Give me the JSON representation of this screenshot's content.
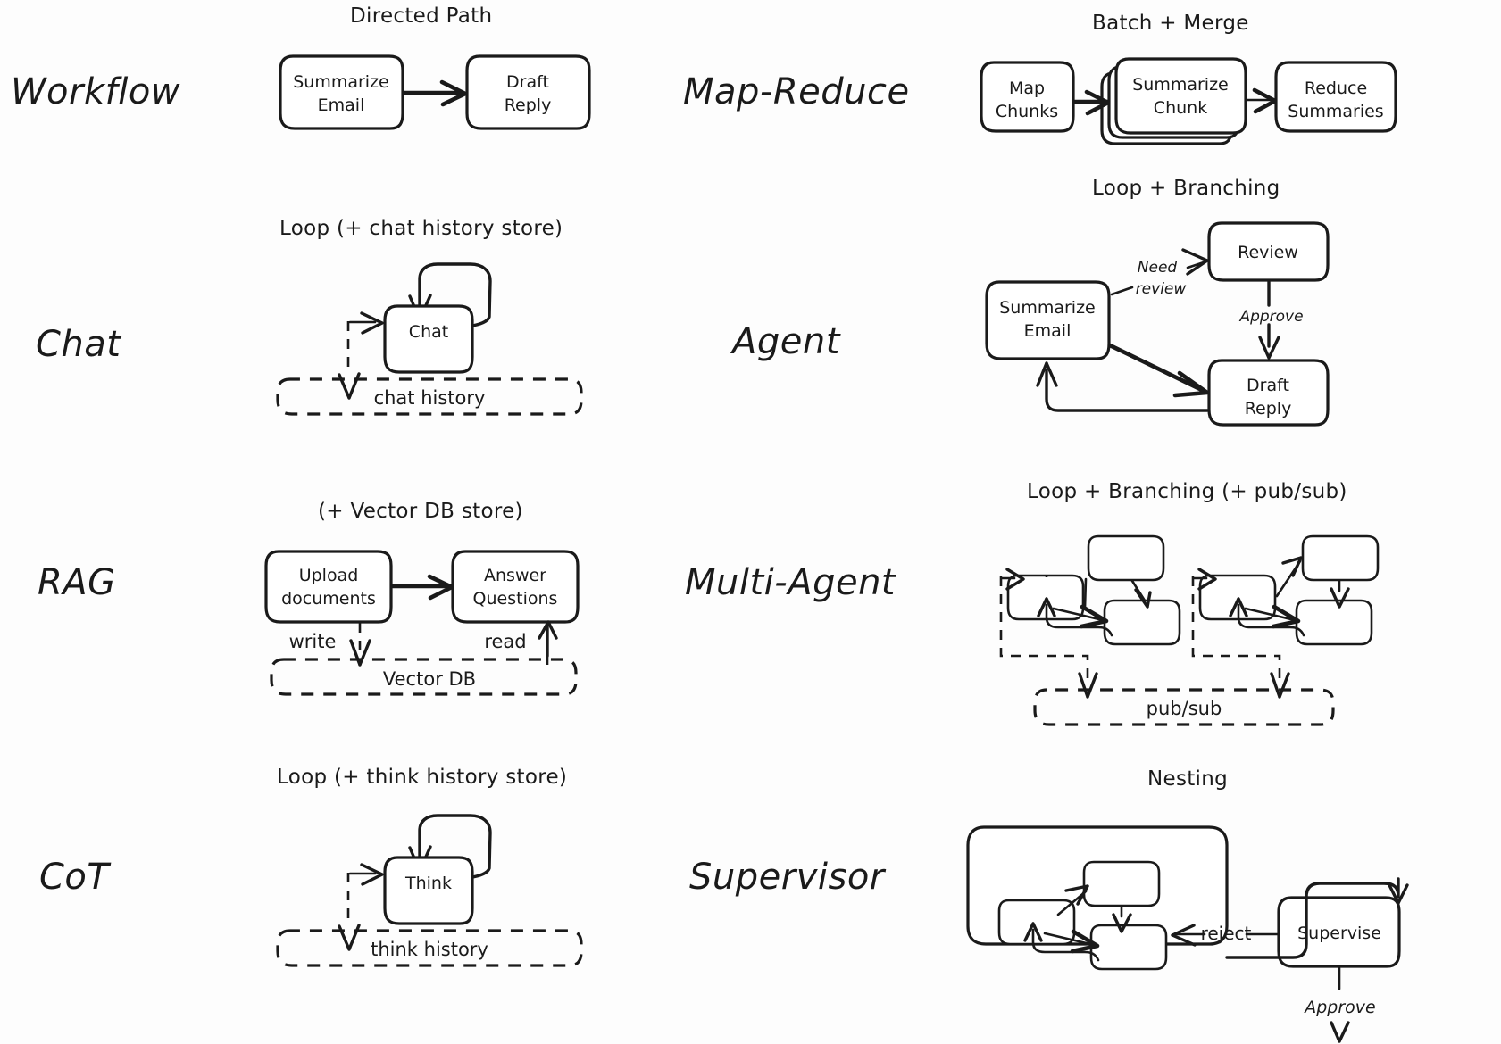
{
  "title_note": "Agentic patterns hand-drawn comparison diagram",
  "background": "#fdfdfd",
  "ink": "#1a1a1a",
  "rows": [
    {
      "id": "workflow",
      "label": "Workflow",
      "left": {
        "caption": "Directed Path",
        "nodes": [
          "Summarize Email",
          "Draft Reply"
        ],
        "stores": [],
        "edge_labels": []
      },
      "right": {
        "label": "Map-Reduce",
        "caption": "Batch + Merge",
        "nodes": [
          "Map Chunks",
          "Summarize Chunk",
          "Reduce Summaries"
        ],
        "stores": [],
        "edge_labels": []
      }
    },
    {
      "id": "chat",
      "label": "Chat",
      "left": {
        "caption": "Loop (+ chat history store)",
        "nodes": [
          "Chat"
        ],
        "stores": [
          "chat history"
        ],
        "edge_labels": []
      },
      "right": {
        "label": "Agent",
        "caption": "Loop + Branching",
        "nodes": [
          "Summarize Email",
          "Review",
          "Draft Reply"
        ],
        "stores": [],
        "edge_labels": [
          "Need review",
          "Approve"
        ]
      }
    },
    {
      "id": "rag",
      "label": "RAG",
      "left": {
        "caption": "(+ Vector DB store)",
        "nodes": [
          "Upload documents",
          "Answer Questions"
        ],
        "stores": [
          "Vector DB"
        ],
        "edge_labels": [
          "write",
          "read"
        ]
      },
      "right": {
        "label": "Multi-Agent",
        "caption": "Loop + Branching (+ pub/sub)",
        "nodes": [],
        "stores": [
          "pub/sub"
        ],
        "edge_labels": []
      }
    },
    {
      "id": "cot",
      "label": "CoT",
      "left": {
        "caption": "Loop (+ think history store)",
        "nodes": [
          "Think"
        ],
        "stores": [
          "think history"
        ],
        "edge_labels": []
      },
      "right": {
        "label": "Supervisor",
        "caption": "Nesting",
        "nodes": [
          "Supervise"
        ],
        "stores": [],
        "edge_labels": [
          "reject",
          "Approve"
        ]
      }
    }
  ],
  "labels": {
    "workflow": "Workflow",
    "chat": "Chat",
    "rag": "RAG",
    "cot": "CoT",
    "map_reduce": "Map-Reduce",
    "agent": "Agent",
    "multi_agent": "Multi-Agent",
    "supervisor": "Supervisor"
  },
  "captions": {
    "directed_path": "Directed Path",
    "batch_merge": "Batch + Merge",
    "loop_chat_history": "Loop (+ chat history store)",
    "loop_branching": "Loop + Branching",
    "vector_db_store": "(+ Vector DB store)",
    "loop_branching_pubsub": "Loop + Branching (+ pub/sub)",
    "loop_think_history": "Loop (+ think history store)",
    "nesting": "Nesting"
  },
  "nodes": {
    "summarize_email": "Summarize",
    "summarize_email2": "Email",
    "draft_reply1": "Draft",
    "draft_reply2": "Reply",
    "map_chunks1": "Map",
    "map_chunks2": "Chunks",
    "summarize_chunk1": "Summarize",
    "summarize_chunk2": "Chunk",
    "reduce_summaries1": "Reduce",
    "reduce_summaries2": "Summaries",
    "chat": "Chat",
    "review": "Review",
    "agent_sum1": "Summarize",
    "agent_sum2": "Email",
    "agent_draft1": "Draft",
    "agent_draft2": "Reply",
    "upload1": "Upload",
    "upload2": "documents",
    "answer1": "Answer",
    "answer2": "Questions",
    "think": "Think",
    "supervise": "Supervise"
  },
  "stores": {
    "chat_history": "chat history",
    "vector_db": "Vector DB",
    "pub_sub": "pub/sub",
    "think_history": "think history"
  },
  "edge_labels": {
    "need": "Need",
    "review": "review",
    "approve": "Approve",
    "write": "write",
    "read": "read",
    "reject": "reject",
    "approve2": "Approve"
  }
}
